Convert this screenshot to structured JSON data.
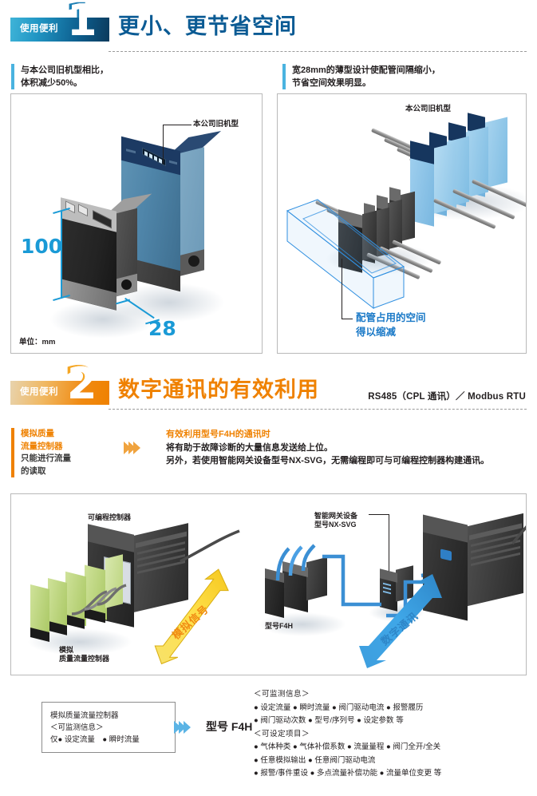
{
  "page": {
    "sections": [
      {
        "badge_label": "使用便利",
        "number": "1",
        "title": "更小、更节省空间",
        "subtitle_right": "",
        "accent_color": "#0b5b94",
        "lead_left": "与本公司旧机型相比，\n体积减少50%。",
        "lead_right": "宽28mm的薄型设计使配管间隔缩小，\n节省空间效果明显。"
      },
      {
        "badge_label": "使用便利",
        "number": "2",
        "title": "数字通讯的有效利用",
        "subtitle_right": "RS485（CPL 通讯）／ Modbus RTU",
        "accent_color": "#ef8100"
      }
    ]
  },
  "panel_left": {
    "callout_old_model": "本公司旧机型",
    "dim_height": "100",
    "dim_width": "28",
    "unit_note": "单位：mm"
  },
  "panel_right": {
    "label_old_model": "本公司旧机型",
    "callout_line1": "配管占用的空间",
    "callout_line2": "得以缩减"
  },
  "section2_lead": {
    "left_org_line1": "模拟质量",
    "left_org_line2": "流量控制器",
    "left_dark_line1": "只能进行流量",
    "left_dark_line2": "的读取",
    "right_heading": "有效利用型号F4H的通讯时",
    "right_line1": "将有助于故障诊断的大量信息发送给上位。",
    "right_line2": "另外，若使用智能网关设备型号NX-SVG，无需编程即可与可编程控制器构建通讯。"
  },
  "diagram": {
    "left_plc_label": "可编程控制器",
    "left_mfc_label_line1": "模拟",
    "left_mfc_label_line2": "质量流量控制器",
    "left_arrow_label": "模拟信号",
    "right_gateway_label_line1": "智能网关设备",
    "right_gateway_label_line2": "型号NX-SVG",
    "right_device_label": "型号F4H",
    "right_arrow_label": "数字通讯"
  },
  "bottom": {
    "infobox_line1": "模拟质量流量控制器",
    "infobox_line2": "＜可监测信息＞",
    "infobox_line3": "仅● 设定流量　● 瞬时流量",
    "f4h_label": "型号 F4H",
    "monitor_title": "＜可监测信息＞",
    "monitor_rows": [
      "● 设定流量 ● 瞬时流量 ● 阀门驱动电流 ● 报警履历",
      "● 阀门驱动次数 ● 型号/序列号 ● 设定参数 等"
    ],
    "settable_title": "＜可设定项目＞",
    "settable_rows": [
      "● 气体种类 ● 气体补偿系数 ● 流量量程 ● 阀门全开/全关",
      "● 任意模拟输出 ● 任意阀门驱动电流",
      "● 报警/事件重设 ● 多点流量补偿功能 ● 流量单位变更 等"
    ]
  },
  "colors": {
    "blue_accent": "#1a9ad6",
    "blue_title": "#0b5b94",
    "orange": "#ef8100",
    "dark_text": "#231f20"
  }
}
